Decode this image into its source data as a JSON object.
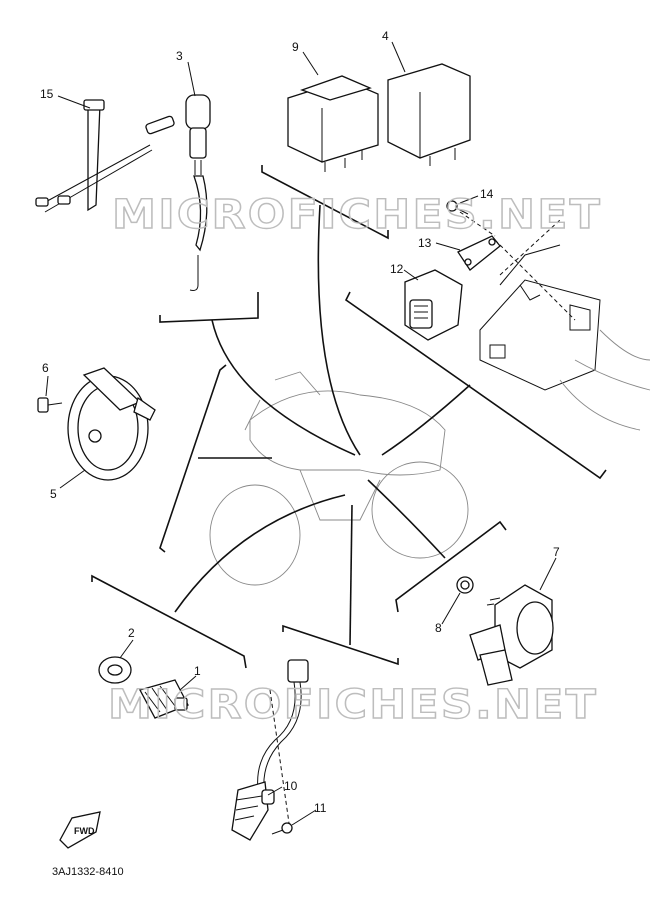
{
  "watermark": "MICROFICHES.NET",
  "drawing_code": "3AJ1332-8410",
  "fwd_label": "FWD",
  "callouts": [
    "1",
    "2",
    "3",
    "4",
    "5",
    "6",
    "7",
    "8",
    "9",
    "10",
    "11",
    "12",
    "13",
    "14",
    "15"
  ]
}
